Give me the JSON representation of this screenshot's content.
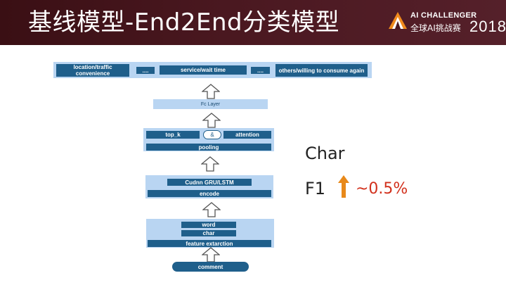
{
  "slide": {
    "title": "基线模型-End2End分类模型",
    "logo": {
      "top": "AI CHALLENGER",
      "bottom": "全球AI挑战赛",
      "year": "2018"
    }
  },
  "diagram": {
    "outputs": {
      "items": [
        "location/traffic convenience",
        "....",
        "service/wait time",
        "....",
        "others/willing to consume again"
      ]
    },
    "fc_layer": "Fc Layer",
    "pooling": {
      "left": "top_k",
      "join": "&",
      "right": "attention",
      "label": "pooling"
    },
    "encode": {
      "inner": "Cudnn GRU/LSTM",
      "label": "encode"
    },
    "features": {
      "word": "word",
      "char": "char",
      "label": "feature extarction"
    },
    "input": "comment"
  },
  "note": {
    "line1": "Char",
    "line2": "F1",
    "change": "~0.5%",
    "arrow_color": "#e8891a",
    "change_color": "#d2301c"
  }
}
